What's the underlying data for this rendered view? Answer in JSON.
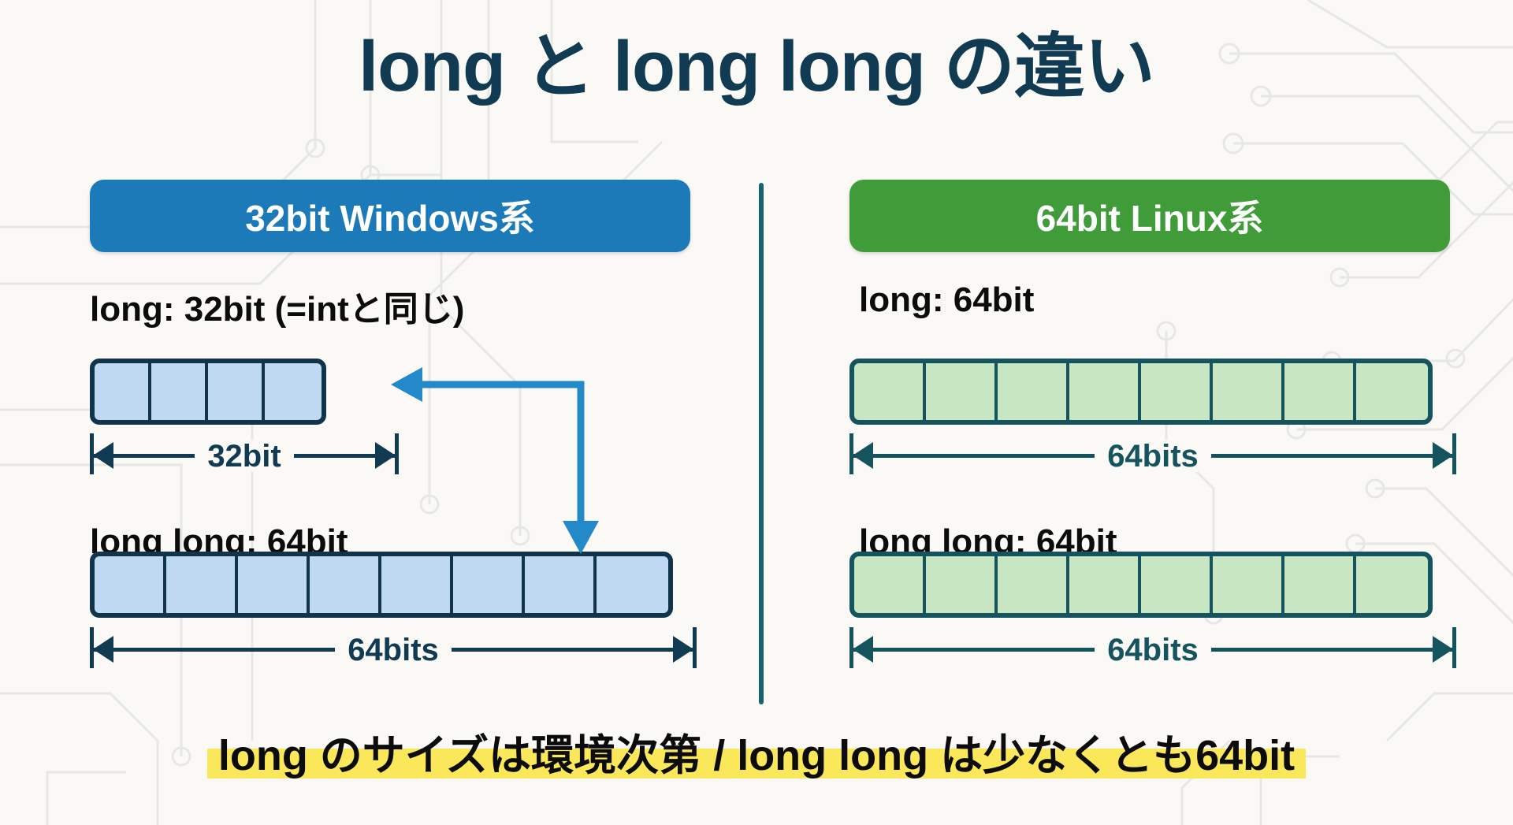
{
  "page": {
    "title": "long と long long の違い",
    "background_color": "#faf9f6",
    "title_color": "#103b52",
    "divider_color": "#156273"
  },
  "panels": [
    {
      "id": "windows-32bit",
      "badge_label": "32bit Windows系",
      "badge_color": "#1c7ab9",
      "box_fill": "#bfd9f2",
      "box_border": "#12344b",
      "rows": [
        {
          "label": "long: 32bit (=intと同じ)",
          "cells": 4,
          "dimension": "32bit"
        },
        {
          "label": "long long: 64bit",
          "cells": 8,
          "dimension": "64bits"
        }
      ]
    },
    {
      "id": "linux-64bit",
      "badge_label": "64bit Linux系",
      "badge_color": "#3f9c38",
      "box_fill": "#c8e6c1",
      "box_border": "#15535e",
      "rows": [
        {
          "label": "long: 64bit",
          "cells": 8,
          "dimension": "64bits"
        },
        {
          "label": "long long: 64bit",
          "cells": 8,
          "dimension": "64bits"
        }
      ]
    }
  ],
  "connector": {
    "name": "long-to-longlong-arrow",
    "color": "#2389c9"
  },
  "caption": {
    "text": "long のサイズは環境次第 / long long は少なくとも64bit",
    "highlight_color": "#fbe85a",
    "text_color": "#0c0c0c"
  }
}
